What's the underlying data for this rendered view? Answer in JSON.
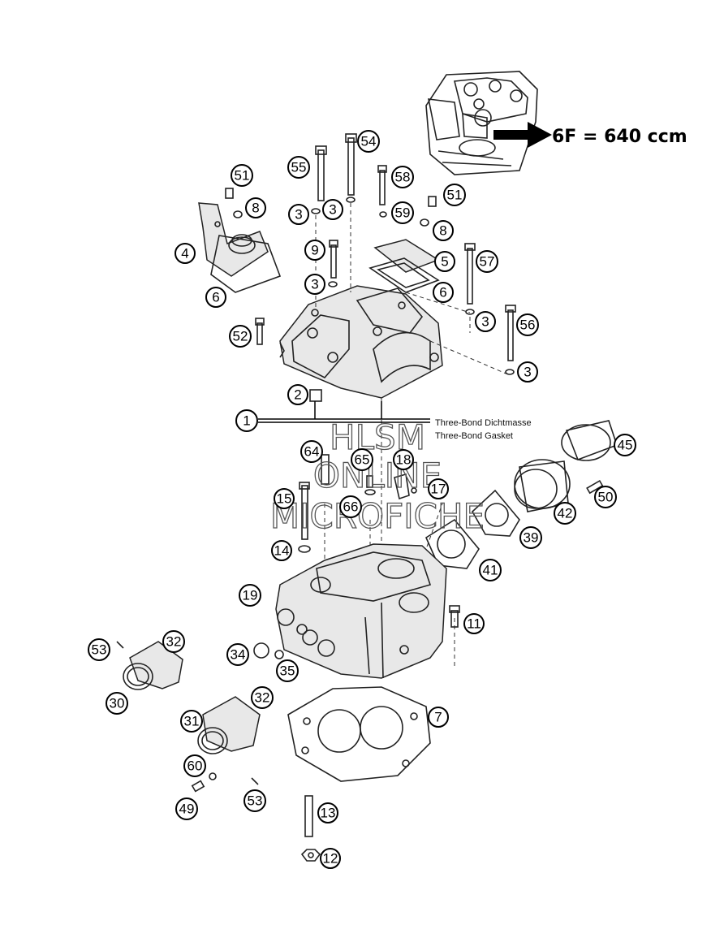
{
  "variant_label": "6F = 640 ccm",
  "notes": {
    "sealant_de": "Three-Bond Dichtmasse",
    "sealant_en": "Three-Bond Gasket"
  },
  "watermark": {
    "line1": "HLSM",
    "line2": "ONLINE",
    "line3": "MICROFICHE"
  },
  "callouts": {
    "c1": "1",
    "c2": "2",
    "c3": "3",
    "c4": "4",
    "c5": "5",
    "c6": "6",
    "c7": "7",
    "c8": "8",
    "c9": "9",
    "c11": "11",
    "c12": "12",
    "c13": "13",
    "c14": "14",
    "c15": "15",
    "c17": "17",
    "c18": "18",
    "c19": "19",
    "c30": "30",
    "c31": "31",
    "c32": "32",
    "c34": "34",
    "c35": "35",
    "c39": "39",
    "c41": "41",
    "c42": "42",
    "c45": "45",
    "c49": "49",
    "c50": "50",
    "c51": "51",
    "c52": "52",
    "c53": "53",
    "c54": "54",
    "c55": "55",
    "c56": "56",
    "c57": "57",
    "c58": "58",
    "c59": "59",
    "c60": "60",
    "c64": "64",
    "c65": "65",
    "c66": "66"
  },
  "colors": {
    "ink": "#000000",
    "paper": "#ffffff",
    "shade": "#e8e8e8"
  }
}
